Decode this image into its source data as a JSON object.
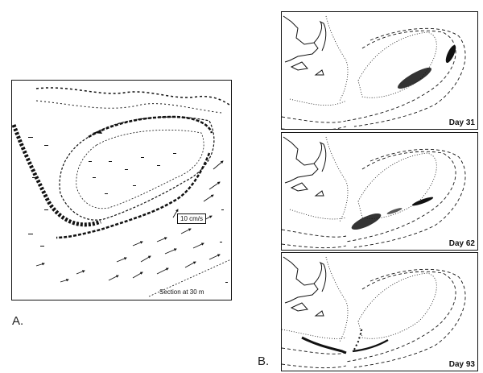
{
  "figure": {
    "panel_a": {
      "label": "A.",
      "scale_label": "10 cm/s",
      "section_label": "Section at 30 m"
    },
    "panel_b": {
      "label": "B.",
      "subpanels": [
        {
          "day_label": "Day 31"
        },
        {
          "day_label": "Day 62"
        },
        {
          "day_label": "Day 93"
        }
      ]
    }
  }
}
